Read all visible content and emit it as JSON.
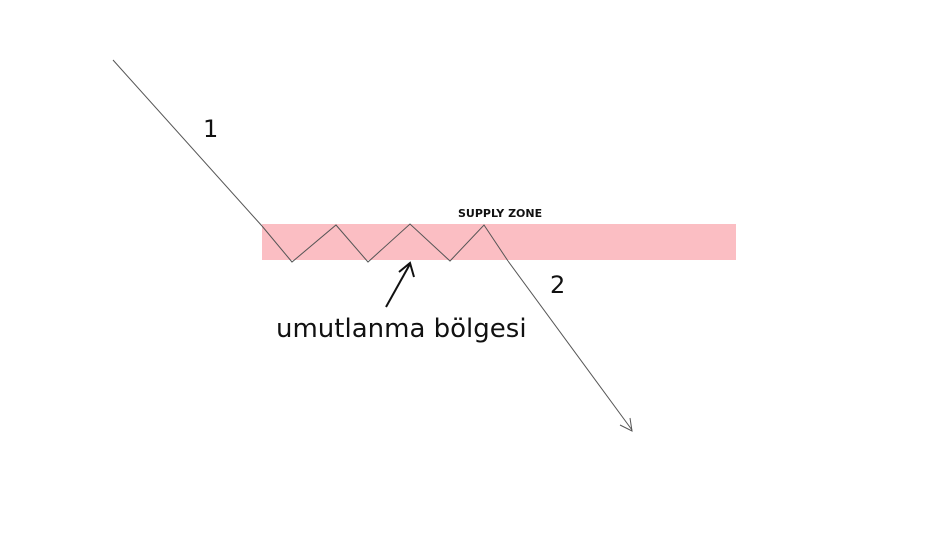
{
  "diagram": {
    "labels": {
      "leg_one": "1",
      "leg_two": "2",
      "zone": "SUPPLY ZONE",
      "annotation": "umutlanma bölgesi"
    },
    "colors": {
      "zone_fill": "#fbbec3",
      "line": "#555555",
      "text": "#111111"
    }
  }
}
